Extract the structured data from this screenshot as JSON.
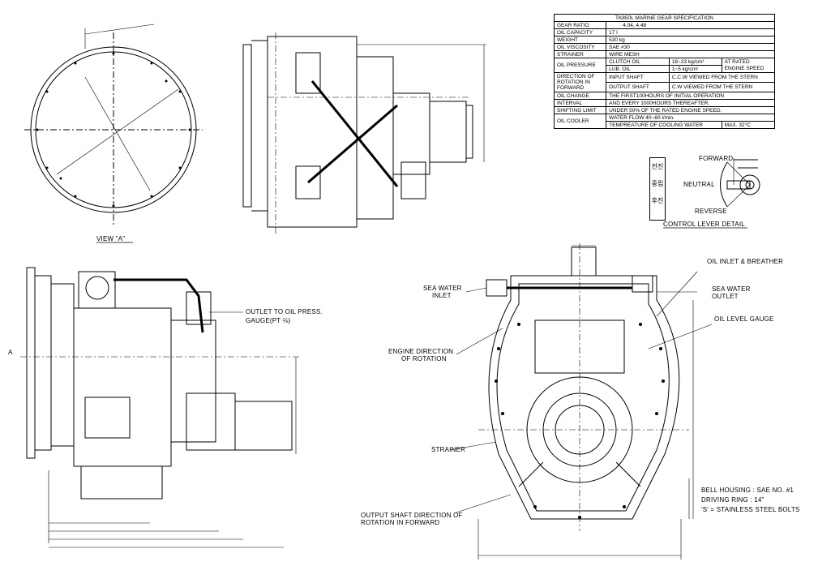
{
  "spec_table": {
    "title": "TK850L    MARINE GEAR SPECIFICATION",
    "gear_ratio": {
      "label": "GEAR RATIO",
      "value": "4.04, 4.48"
    },
    "oil_capacity": {
      "label": "OIL CAPACITY",
      "value": "17 l"
    },
    "weight": {
      "label": "WEIGHT",
      "value": "530 kg"
    },
    "oil_viscosity": {
      "label": "OIL VISCOSITY",
      "value": "SAE #30"
    },
    "strainer": {
      "label": "STRAINER",
      "value": "WIRE MESH"
    },
    "oil_pressure": {
      "label": "OIL PRESSURE",
      "clutch_label": "CLUTCH OIL",
      "clutch_value": "18~23 kg/cm²",
      "lub_label": "LUB. OIL",
      "lub_value": "1~5 kg/cm²",
      "note1": "AT RATED",
      "note2": "ENGINE SPEED"
    },
    "direction": {
      "label1": "DIRECTION OF",
      "label2": "ROTATION IN",
      "label3": "FORWARD",
      "input_label": "INPUT SHAFT",
      "input_value": "C.C.W VIEWED FROM THE STERN",
      "output_label": "OUTPUT SHAFT",
      "output_value": "C.W VIEWED FROM THE STERN"
    },
    "oil_change": {
      "label1": "OIL CHANGE",
      "label2": "INTERVAL",
      "line1": "THE FIRST100HOURS OF INITIAL OPERATION",
      "line2": "AND EVERY 1000HOURS THEREAFTER."
    },
    "shifting_limit": {
      "label": "SHIFTING LIMIT",
      "value": "UNDER 50% OF THE RATED ENGINE SPEED."
    },
    "oil_cooler": {
      "label": "OIL COOLER",
      "line1": "WATER FLOW 40~60 l/min.",
      "line2": "TEMPREATURE OF COOLING WATER",
      "line3": "MAX. 32°C"
    }
  },
  "control_lever": {
    "korean": [
      "전진",
      "중립",
      "후진"
    ],
    "forward": "FORWARD",
    "neutral": "NEUTRAL",
    "reverse": "REVERSE",
    "title": "CONTROL LEVER DETAIL"
  },
  "view_a": {
    "title": "VIEW \"A\""
  },
  "side_view": {
    "outlet_label1": "OUTLET TO OIL PRESS.",
    "outlet_label2": "GAUGE(PT ⅛)",
    "arrow_a": "A"
  },
  "front_view": {
    "oil_inlet": "OIL INLET & BREATHER",
    "sea_water_inlet1": "SEA WATER",
    "sea_water_inlet2": "INLET",
    "sea_water_outlet1": "SEA WATER",
    "sea_water_outlet2": "OUTLET",
    "oil_level_gauge": "OIL LEVEL GAUGE",
    "engine_direction1": "ENGINE DIRECTION",
    "engine_direction2": "OF ROTATION",
    "strainer": "STRAINER",
    "output_direction1": "OUTPUT SHAFT DIRECTION OF",
    "output_direction2": "ROTATION IN FORWARD"
  },
  "notes": {
    "bell_housing": "BELL HOUSING : SAE NO. #1",
    "driving_ring": "DRIVING RING : 14\"",
    "bolts": "'S' = STAINLESS STEEL BOLTS"
  },
  "colors": {
    "line": "#000000",
    "background": "#ffffff"
  }
}
